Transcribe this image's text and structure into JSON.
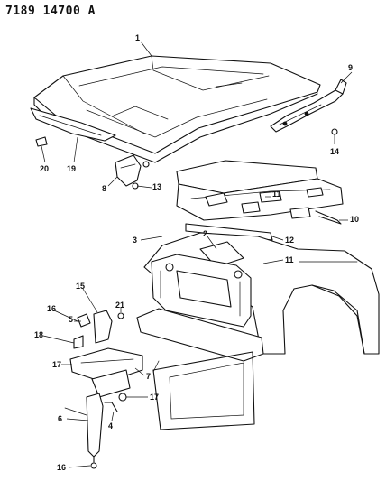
{
  "header": {
    "code": "7189 14700 A"
  },
  "callouts": [
    {
      "id": "c1",
      "label": "1"
    },
    {
      "id": "c9",
      "label": "9"
    },
    {
      "id": "c14",
      "label": "14"
    },
    {
      "id": "c20",
      "label": "20"
    },
    {
      "id": "c19",
      "label": "19"
    },
    {
      "id": "c8",
      "label": "8"
    },
    {
      "id": "c13",
      "label": "13"
    },
    {
      "id": "c11a",
      "label": "11"
    },
    {
      "id": "c10",
      "label": "10"
    },
    {
      "id": "c3",
      "label": "3"
    },
    {
      "id": "c2",
      "label": "2"
    },
    {
      "id": "c12",
      "label": "12"
    },
    {
      "id": "c11b",
      "label": "11"
    },
    {
      "id": "c15",
      "label": "15"
    },
    {
      "id": "c16a",
      "label": "16"
    },
    {
      "id": "c5",
      "label": "5"
    },
    {
      "id": "c21",
      "label": "21"
    },
    {
      "id": "c18",
      "label": "18"
    },
    {
      "id": "c17a",
      "label": "17"
    },
    {
      "id": "c7",
      "label": "7"
    },
    {
      "id": "c17b",
      "label": "17"
    },
    {
      "id": "c6",
      "label": "6"
    },
    {
      "id": "c4",
      "label": "4"
    },
    {
      "id": "c16b",
      "label": "16"
    }
  ]
}
